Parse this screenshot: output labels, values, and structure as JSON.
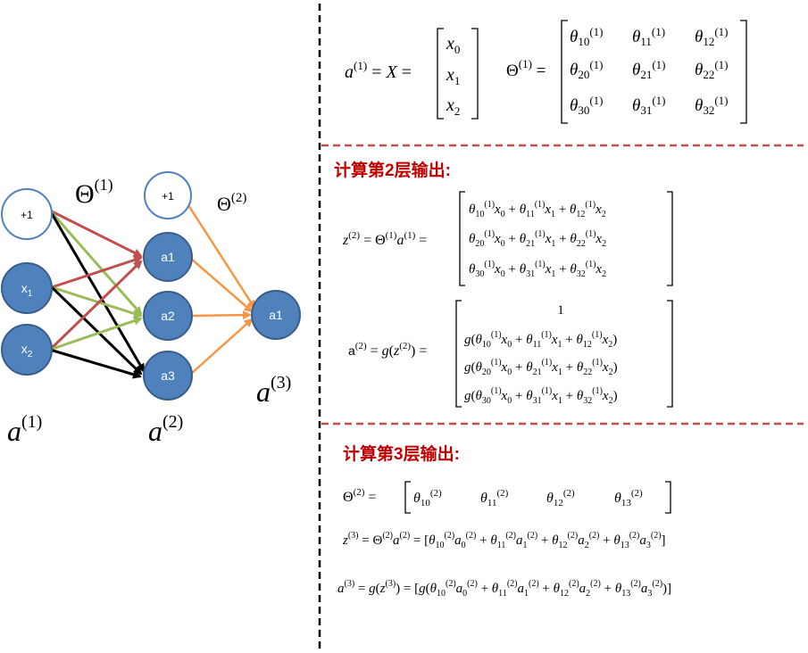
{
  "network": {
    "input_nodes": [
      "+1",
      "x1",
      "x2"
    ],
    "hidden_nodes": [
      "+1",
      "a1",
      "a2",
      "a3"
    ],
    "output_node": "a1",
    "theta1_label": "Θ(1)",
    "theta2_label": "Θ(2)",
    "layer_labels": [
      "a(1)",
      "a(2)",
      "a(3)"
    ],
    "colors": {
      "node_fill": "#4f81bd",
      "node_stroke": "#385d8a",
      "bias_stroke": "#4f81bd",
      "edge_bias": "#c0504d",
      "edge_x1": "#9bbb59",
      "edge_x2": "#000000",
      "edge_layer2": "#f79646",
      "divider": "#c0504d"
    }
  },
  "section1": {
    "a1_eq": "a(1) = X =",
    "x_vector": [
      "x0",
      "x1",
      "x2"
    ],
    "theta1_matrix": [
      [
        "θ10(1)",
        "θ11(1)",
        "θ12(1)"
      ],
      [
        "θ20(1)",
        "θ21(1)",
        "θ22(1)"
      ],
      [
        "θ30(1)",
        "θ31(1)",
        "θ32(1)"
      ]
    ]
  },
  "section2": {
    "heading": "计算第2层输出:",
    "z2_lhs": "z(2) = Θ(1)a(1) =",
    "z2_rows": [
      "θ10(1)x0 + θ11(1)x1 + θ12(1)x2",
      "θ20(1)x0 + θ21(1)x1 + θ22(1)x2",
      "θ30(1)x0 + θ31(1)x1 + θ32(1)x2"
    ],
    "a2_lhs": "a(2) = g(z(2)) =",
    "a2_rows": [
      "1",
      "g(θ10(1)x0 + θ11(1)x1 + θ12(1)x2)",
      "g(θ20(1)x0 + θ21(1)x1 + θ22(1)x2)",
      "g(θ30(1)x0 + θ31(1)x1 + θ32(1)x2)"
    ]
  },
  "section3": {
    "heading": "计算第3层输出:",
    "theta2_eq": "Θ(2) =",
    "theta2_row": [
      "θ10(2)",
      "θ11(2)",
      "θ12(2)",
      "θ13(2)"
    ],
    "z3_eq": "z(3) = Θ(2)a(2) = [θ10(2)a0(2) + θ11(2)a1(2) + θ12(2)a2(2) + θ13(2)a3(2)]",
    "a3_eq": "a(3) = g(z(3)) = [g(θ10(2)a0(2) + θ11(2)a1(2) + θ12(2)a2(2) + θ13(2)a3(2))]"
  }
}
